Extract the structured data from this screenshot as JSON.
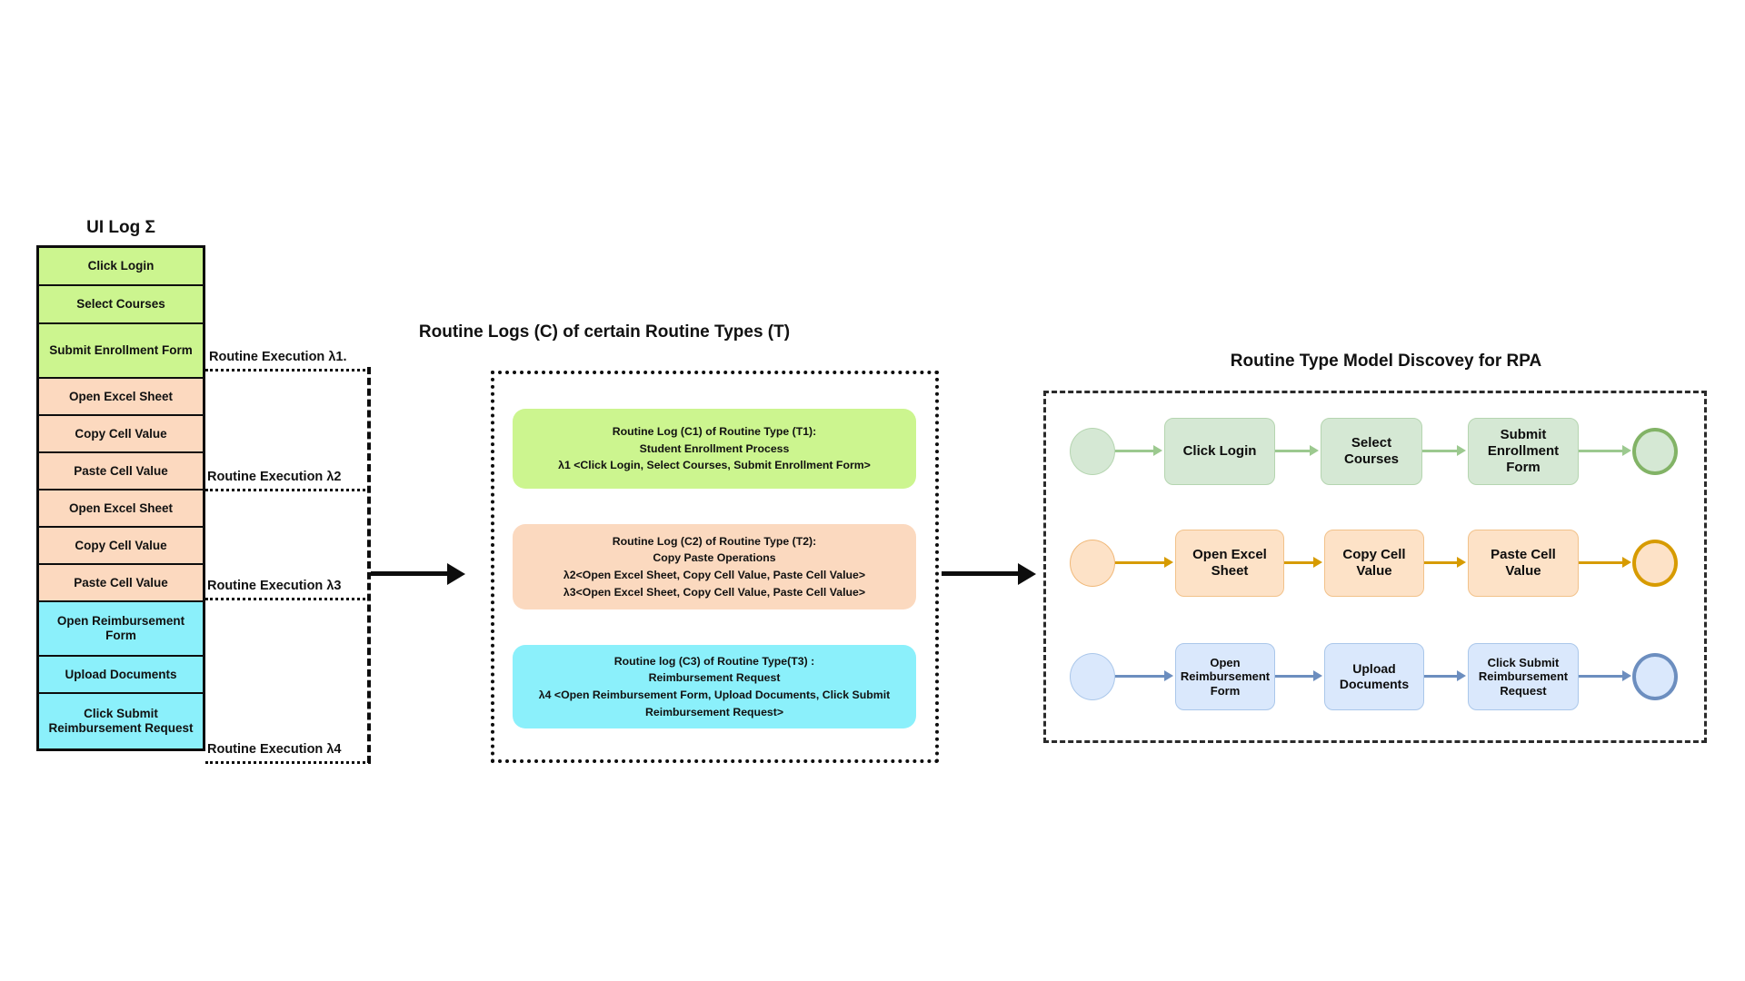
{
  "panels": {
    "ui_log": {
      "title": "UI Log Σ"
    },
    "routine_logs": {
      "title": "Routine Logs (C) of certain Routine Types (T)"
    },
    "model_discovery": {
      "title": "Routine Type Model Discovey  for RPA"
    }
  },
  "ui_log": {
    "events": [
      {
        "label": "Click Login",
        "group": "green",
        "lines": 1
      },
      {
        "label": "Select Courses",
        "group": "green",
        "lines": 1
      },
      {
        "label": "Submit Enrollment Form",
        "group": "green",
        "lines": 2
      },
      {
        "label": "Open Excel Sheet",
        "group": "peach",
        "lines": 1
      },
      {
        "label": "Copy Cell Value",
        "group": "peach",
        "lines": 1
      },
      {
        "label": "Paste Cell Value",
        "group": "peach",
        "lines": 1
      },
      {
        "label": "Open Excel Sheet",
        "group": "peach",
        "lines": 1
      },
      {
        "label": "Copy Cell Value",
        "group": "peach",
        "lines": 1
      },
      {
        "label": "Paste Cell Value",
        "group": "peach",
        "lines": 1
      },
      {
        "label": "Open Reimbursement Form",
        "group": "cyan",
        "lines": 2
      },
      {
        "label": "Upload  Documents",
        "group": "cyan",
        "lines": 1
      },
      {
        "label": "Click Submit Reimbursement Request",
        "group": "cyan",
        "lines": 3
      }
    ],
    "executions": [
      {
        "label": "Routine Execution λ1."
      },
      {
        "label": "Routine Execution λ2"
      },
      {
        "label": "Routine Execution λ3"
      },
      {
        "label": "Routine Execution λ4"
      }
    ]
  },
  "routine_logs": {
    "cards": [
      {
        "id": "C1",
        "color": "green",
        "lines": [
          "Routine Log (C1) of Routine Type (T1):",
          "Student Enrollment Process",
          "λ1 <Click Login, Select Courses, Submit Enrollment Form>"
        ]
      },
      {
        "id": "C2",
        "color": "peach",
        "lines": [
          "Routine Log (C2) of Routine Type (T2):",
          "Copy Paste Operations",
          "λ2<Open Excel Sheet, Copy Cell Value, Paste Cell Value>",
          "λ3<Open Excel Sheet, Copy Cell Value, Paste Cell Value>"
        ]
      },
      {
        "id": "C3",
        "color": "cyan",
        "lines": [
          "Routine log (C3) of Routine Type(T3) :",
          "Reimbursement Request",
          "λ4 <Open Reimbursement Form, Upload Documents, Click Submit",
          "Reimbursement Request>"
        ]
      }
    ]
  },
  "model_discovery": {
    "rows": [
      {
        "type": "T1",
        "theme": "green",
        "nodes": [
          "Click Login",
          "Select Courses",
          "Submit Enrollment Form"
        ]
      },
      {
        "type": "T2",
        "theme": "orange",
        "nodes": [
          "Open Excel Sheet",
          "Copy Cell Value",
          "Paste Cell Value"
        ]
      },
      {
        "type": "T3",
        "theme": "blue",
        "nodes": [
          "Open Reimbursement Form",
          "Upload Documents",
          "Click Submit Reimbursement Request"
        ]
      }
    ]
  },
  "colors": {
    "green_fill": "#CCF58F",
    "peach_fill": "#FCD9BF",
    "cyan_fill": "#8BF0FB",
    "model_green": "#D5E8D4",
    "model_green_stroke": "#82B366",
    "model_orange": "#FDE2C7",
    "model_orange_stroke": "#D79B00",
    "model_blue": "#DAE8FC",
    "model_blue_stroke": "#6C8EBF",
    "outline": "#0D0D0D"
  }
}
